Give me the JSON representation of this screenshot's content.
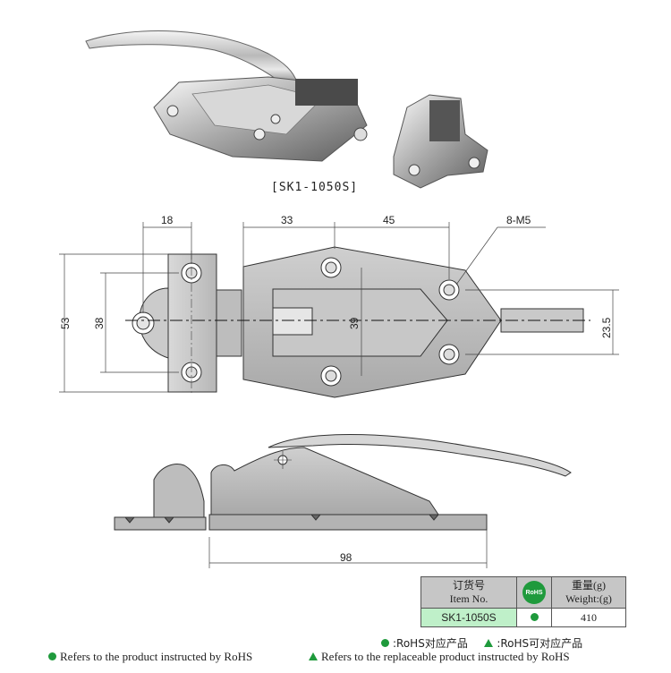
{
  "product_label": "[SK1-1050S]",
  "dimensions": {
    "d18": "18",
    "d33": "33",
    "d45": "45",
    "hole_note": "8-M5",
    "d53": "53",
    "d38": "38",
    "d39": "39",
    "d23_5": "23.5",
    "d98": "98"
  },
  "table": {
    "col1_header_cn": "订货号",
    "col1_header_en": "Item No.",
    "rohs_badge": "RoHS",
    "col3_header_cn": "重量(g)",
    "col3_header_en": "Weight:(g)",
    "item_no": "SK1-1050S",
    "weight": "410"
  },
  "legend": {
    "rohs_cn": ":RoHS对应产品",
    "rohs_replaceable_cn": ":RoHS可对应产品",
    "rohs_en": "Refers to the product instructed by RoHS",
    "rohs_replaceable_en": "Refers to the replaceable product instructed by RoHS"
  },
  "colors": {
    "rohs_green": "#1f9a3c",
    "item_highlight": "#bff0c9",
    "header_gray": "#c6c6c6"
  }
}
